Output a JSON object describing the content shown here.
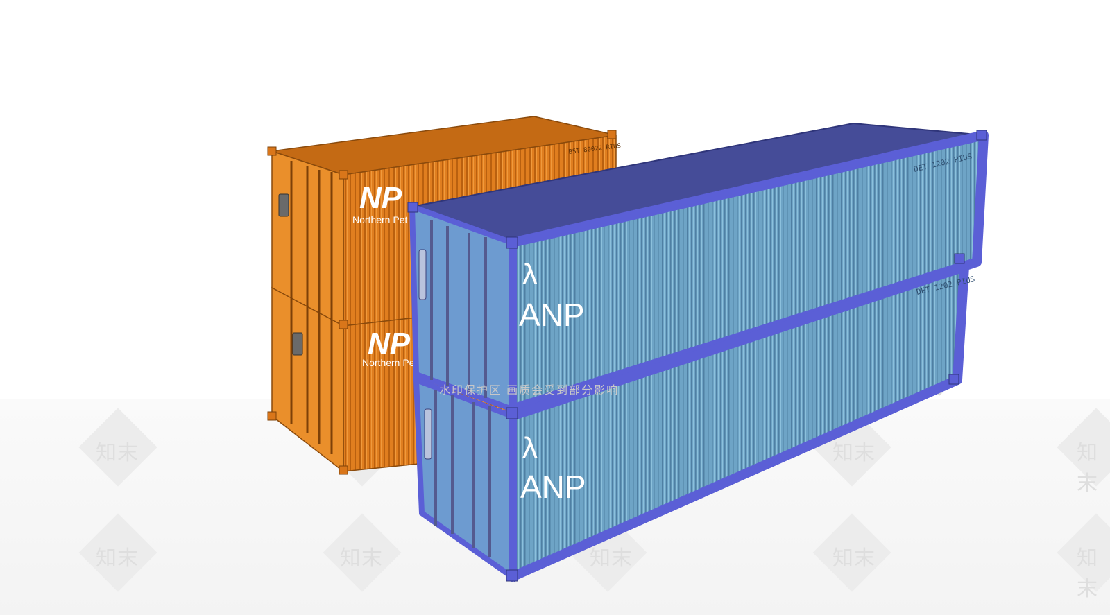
{
  "scene": {
    "colors": {
      "orange_side": "#e07e1f",
      "orange_top": "#c76a12",
      "orange_end": "#e88e2a",
      "blue_frame": "#5b5fd6",
      "blue_top": "#4a509e",
      "blue_side": "#6ea4c6",
      "blue_end": "#6d9bd0"
    },
    "orange_containers": [
      {
        "logo": "NP",
        "company": "Northern Pet",
        "code": "BST 80022 RIUS"
      },
      {
        "logo": "NP",
        "company": "Northern Pet",
        "code": ""
      }
    ],
    "blue_containers": [
      {
        "logo_mark": "λ",
        "logo": "ANP",
        "code": "DET 1202 PIUS"
      },
      {
        "logo_mark": "λ",
        "logo": "ANP",
        "code": "DET 1202 PIUS"
      }
    ]
  },
  "watermark": {
    "line": "水印保护区 画质会受到部分影响",
    "tiles": [
      "知末",
      "知末",
      "知末",
      "知末",
      "知末",
      "知末",
      "知末",
      "知末",
      "知末",
      "知末",
      "知末",
      "知末",
      "知末"
    ]
  }
}
